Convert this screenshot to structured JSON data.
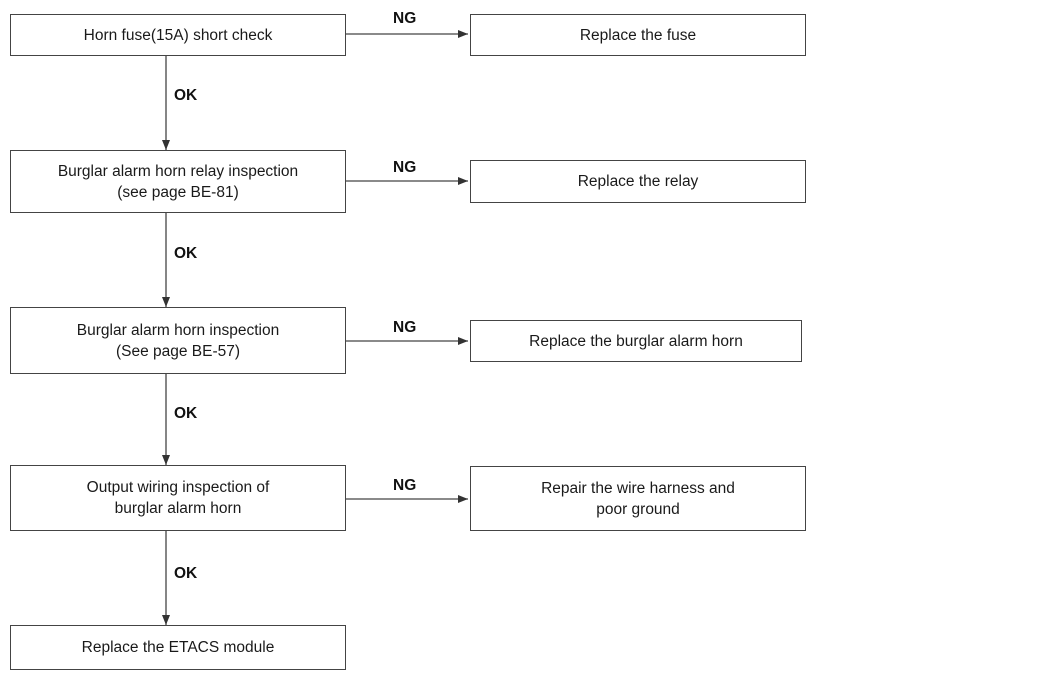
{
  "flow": {
    "steps": [
      {
        "check_lines": [
          "Horn fuse(15A) short check"
        ],
        "fail_label": "NG",
        "fail_action_lines": [
          "Replace the fuse"
        ],
        "pass_label": "OK"
      },
      {
        "check_lines": [
          "Burglar alarm horn relay inspection",
          "(see page BE-81)"
        ],
        "fail_label": "NG",
        "fail_action_lines": [
          "Replace the relay"
        ],
        "pass_label": "OK"
      },
      {
        "check_lines": [
          "Burglar alarm horn inspection",
          "(See page BE-57)"
        ],
        "fail_label": "NG",
        "fail_action_lines": [
          "Replace the burglar alarm horn"
        ],
        "pass_label": "OK"
      },
      {
        "check_lines": [
          "Output wiring inspection of",
          "burglar alarm horn"
        ],
        "fail_label": "NG",
        "fail_action_lines": [
          "Repair the wire harness and",
          "poor ground"
        ],
        "pass_label": "OK"
      }
    ],
    "final_action_lines": [
      "Replace the ETACS module"
    ]
  },
  "colors": {
    "line": "#444444",
    "text": "#1a1a1a"
  }
}
